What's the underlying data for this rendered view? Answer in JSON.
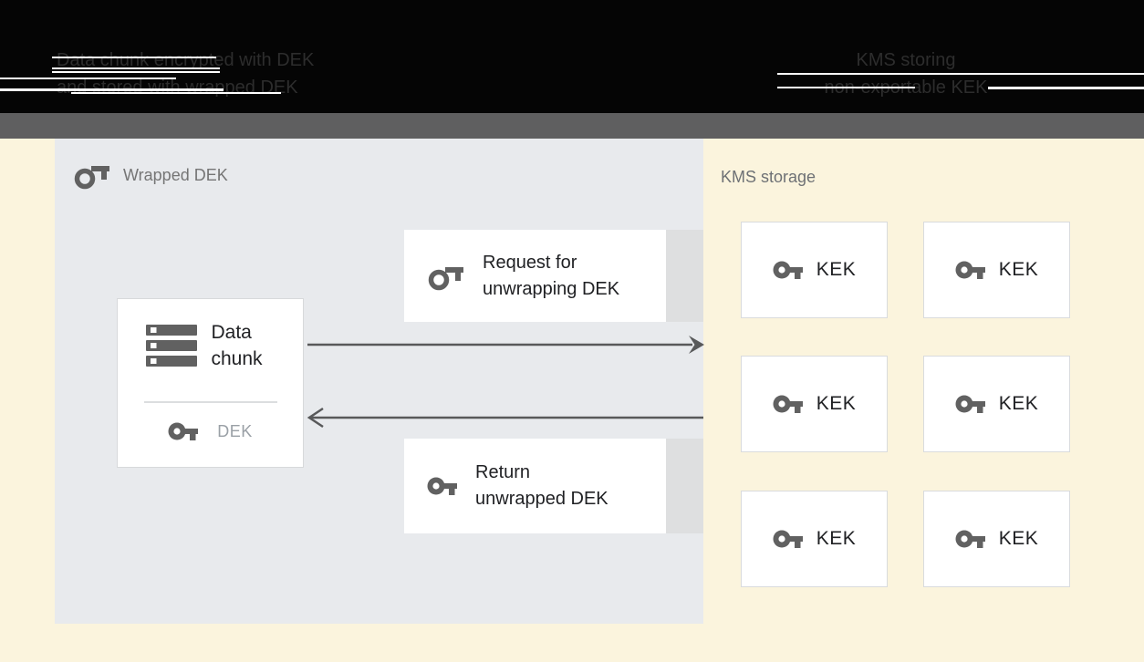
{
  "header": {
    "left_caption_line1": "Data chunk encrypted with DEK",
    "left_caption_line2": "and stored with wrapped DEK",
    "right_caption_line1": "KMS storing",
    "right_caption_line2": "non-exportable KEK"
  },
  "wrapped_dek_panel": {
    "label": "Wrapped DEK",
    "data_chunk_box": {
      "title": "Data chunk",
      "key_label": "DEK"
    },
    "request_box": {
      "label": "Request for unwrapping DEK"
    },
    "return_box": {
      "label": "Return unwrapped DEK"
    }
  },
  "kms_storage": {
    "label": "KMS storage",
    "kek_boxes": [
      {
        "label": "KEK"
      },
      {
        "label": "KEK"
      },
      {
        "label": "KEK"
      },
      {
        "label": "KEK"
      },
      {
        "label": "KEK"
      },
      {
        "label": "KEK"
      }
    ]
  },
  "icons": {
    "outline_key": "key-outline-icon",
    "solid_key": "key-solid-icon",
    "data_chunk": "server-stack-icon"
  },
  "colors": {
    "background_cream": "#FBF4DD",
    "header_black": "#050505",
    "gray_band": "#5F5F60",
    "panel_gray_blue": "#E8EAED",
    "box_white": "#FFFFFF",
    "strip_gray": "#DEDFE0",
    "icon_gray": "#616161",
    "arrow_gray": "#58595A",
    "text_dark": "#202124",
    "text_muted": "#757575",
    "dek_label_gray": "#9AA0A6"
  }
}
